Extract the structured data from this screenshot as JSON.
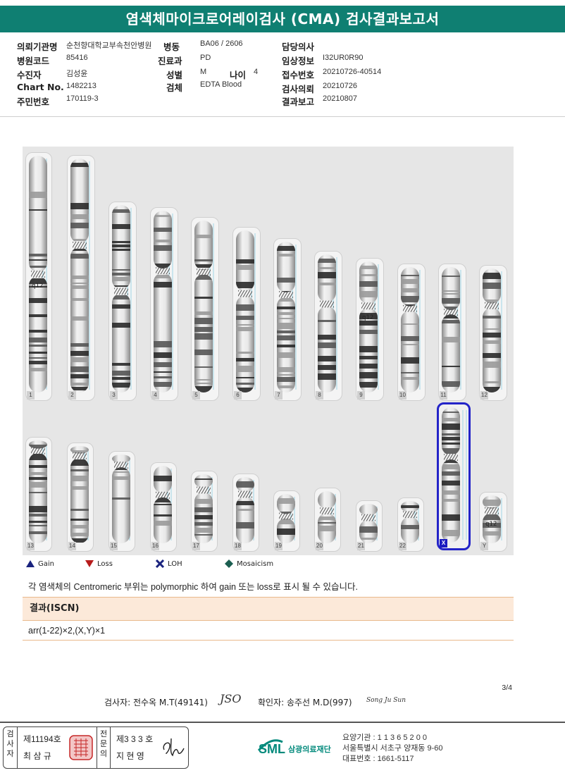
{
  "title": "염색체마이크로어레이검사 (CMA) 검사결과보고서",
  "info": [
    {
      "label": "의뢰기관명",
      "value": "순천향대학교부속천안병원"
    },
    {
      "label": "병원코드",
      "value": "85416"
    },
    {
      "label": "수진자",
      "value": "김성윤"
    },
    {
      "label": "Chart No.",
      "value": "1482213"
    },
    {
      "label": "주민번호",
      "value": "170119-3"
    },
    {
      "label": "병동",
      "value": "BA06 / 2606"
    },
    {
      "label": "진료과",
      "value": "PD"
    },
    {
      "label": "성별",
      "value": "M"
    },
    {
      "label": "나이",
      "value": "4"
    },
    {
      "label": "검체",
      "value": "EDTA Blood"
    },
    {
      "label": "담당의사",
      "value": ""
    },
    {
      "label": "임상정보",
      "value": "I32UR0R90"
    },
    {
      "label": "접수번호",
      "value": "20210726-40514"
    },
    {
      "label": "검사의뢰",
      "value": "20210726"
    },
    {
      "label": "결과보고",
      "value": "20210807"
    }
  ],
  "karyogram": {
    "chromosomes": [
      {
        "label": "1",
        "annotation": "q12"
      },
      {
        "label": "2",
        "annotation": ""
      },
      {
        "label": "3",
        "annotation": ""
      },
      {
        "label": "4",
        "annotation": ""
      },
      {
        "label": "5",
        "annotation": ""
      },
      {
        "label": "6",
        "annotation": ""
      },
      {
        "label": "7",
        "annotation": ""
      },
      {
        "label": "8",
        "annotation": ""
      },
      {
        "label": "9",
        "annotation": "q12"
      },
      {
        "label": "10",
        "annotation": ""
      },
      {
        "label": "11",
        "annotation": ""
      },
      {
        "label": "12",
        "annotation": ""
      },
      {
        "label": "13",
        "annotation": ""
      },
      {
        "label": "14",
        "annotation": ""
      },
      {
        "label": "15",
        "annotation": ""
      },
      {
        "label": "16",
        "annotation": ""
      },
      {
        "label": "17",
        "annotation": ""
      },
      {
        "label": "18",
        "annotation": ""
      },
      {
        "label": "19",
        "annotation": ""
      },
      {
        "label": "20",
        "annotation": ""
      },
      {
        "label": "21",
        "annotation": ""
      },
      {
        "label": "22",
        "annotation": ""
      },
      {
        "label": "X",
        "annotation": "",
        "selected": true
      },
      {
        "label": "Y",
        "annotation": "q12"
      }
    ]
  },
  "legend": [
    {
      "label": "Gain",
      "icon": "triangle-up-icon",
      "color": "#1a237e"
    },
    {
      "label": "Loss",
      "icon": "triangle-down-icon",
      "color": "#b71c1c"
    },
    {
      "label": "LOH",
      "icon": "x-cross-icon",
      "color": "#1a237e"
    },
    {
      "label": "Mosaicism",
      "icon": "diamond-icon",
      "color": "#1b5e50"
    }
  ],
  "note": "각 염색체의 Centromeric 부위는 polymorphic 하여 gain 또는 loss로 표시 될 수 있습니다.",
  "result": {
    "header": "결과(ISCN)",
    "value": "arr(1-22)×2,(X,Y)×1"
  },
  "page_number": "3/4",
  "signatures": {
    "tester": "검사자: 전수옥 M.T(49141)",
    "tester_sign": "JSO",
    "confirmer": "확인자: 송주선 M.D(997)",
    "confirmer_sign": "Song Ju Sun"
  },
  "stamp": {
    "inspector_title": "검사자",
    "inspector_no": "제11194호",
    "inspector_name": "최 삼 규",
    "specialist_title": "전문의",
    "specialist_no": "제3 3 3 호",
    "specialist_name": "지 현 영"
  },
  "footer": {
    "logo_text": "SML",
    "org_name": "삼광의료재단",
    "code": "요양기관 : 1 1 3 6 5 2 0 0",
    "address": "서울특별시 서초구 양재동 9-60",
    "phone": "대표번호 : 1661-5117"
  },
  "colors": {
    "title_bar": "#0f7f72",
    "result_header_bg": "#fce9d9",
    "selected_border": "#2323c8"
  }
}
